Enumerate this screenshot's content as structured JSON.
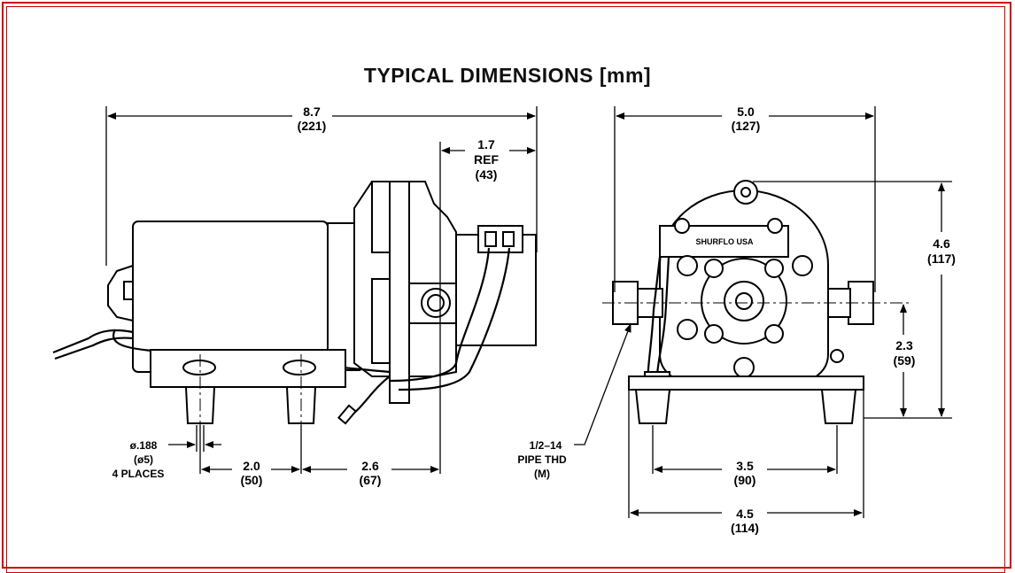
{
  "title": "TYPICAL DIMENSIONS [mm]",
  "frame_color": "#cc0000",
  "side_view": {
    "overall_length": "8.7",
    "overall_length_mm": "(221)",
    "ref_length": "1.7",
    "ref_label": "REF",
    "ref_length_mm": "(43)",
    "hole_dia": "ø.188",
    "hole_dia_mm": "(ø5)",
    "hole_places": "4 PLACES",
    "foot_spacing": "2.0",
    "foot_spacing_mm": "(50)",
    "foot_to_port": "2.6",
    "foot_to_port_mm": "(67)"
  },
  "front_view": {
    "width": "5.0",
    "width_mm": "(127)",
    "height": "4.6",
    "height_mm": "(117)",
    "port_height": "2.3",
    "port_height_mm": "(59)",
    "pipe_size": "1/2–14",
    "pipe_thd": "PIPE THD",
    "pipe_gender": "(M)",
    "inner_width": "3.5",
    "inner_width_mm": "(90)",
    "base_width": "4.5",
    "base_width_mm": "(114)",
    "label_text": "SHURFLO USA"
  }
}
